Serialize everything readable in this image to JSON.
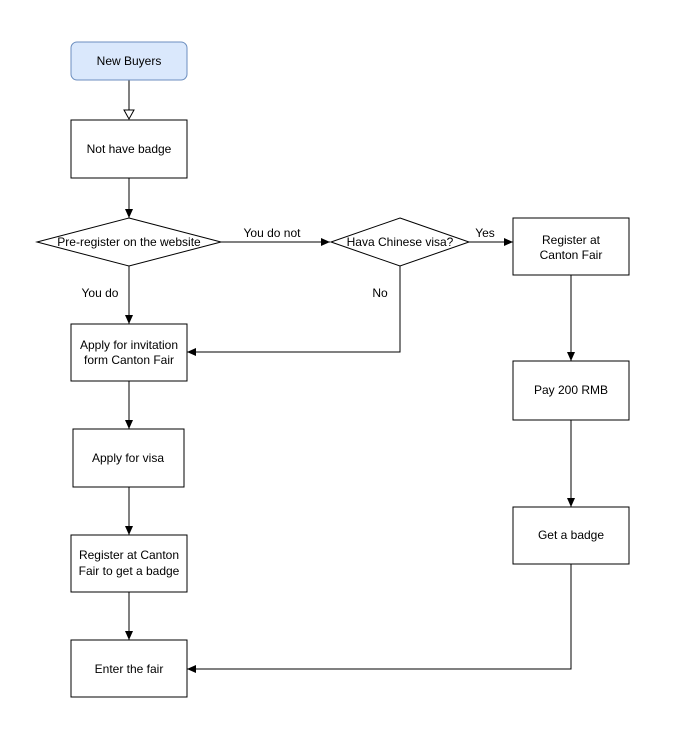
{
  "colors": {
    "stroke": "#000000",
    "start_fill": "#dae8fc",
    "start_stroke": "#6c8ebf",
    "fill": "#ffffff"
  },
  "nodes": {
    "new_buyers": "New Buyers",
    "not_have_badge": "Not have badge",
    "pre_register": "Pre-register on the website",
    "chinese_visa": "Hava Chinese visa?",
    "register_canton_1": "Register at",
    "register_canton_2": "Canton Fair",
    "apply_invitation_1": "Apply for invitation",
    "apply_invitation_2": "form Canton Fair",
    "pay": "Pay 200 RMB",
    "apply_visa": "Apply for visa",
    "get_badge": "Get a badge",
    "register_badge_1": "Register at Canton",
    "register_badge_2": "Fair to get a badge",
    "enter_fair": "Enter the fair"
  },
  "edges": {
    "you_do_not": "You do not",
    "you_do": "You do",
    "yes": "Yes",
    "no": "No"
  }
}
